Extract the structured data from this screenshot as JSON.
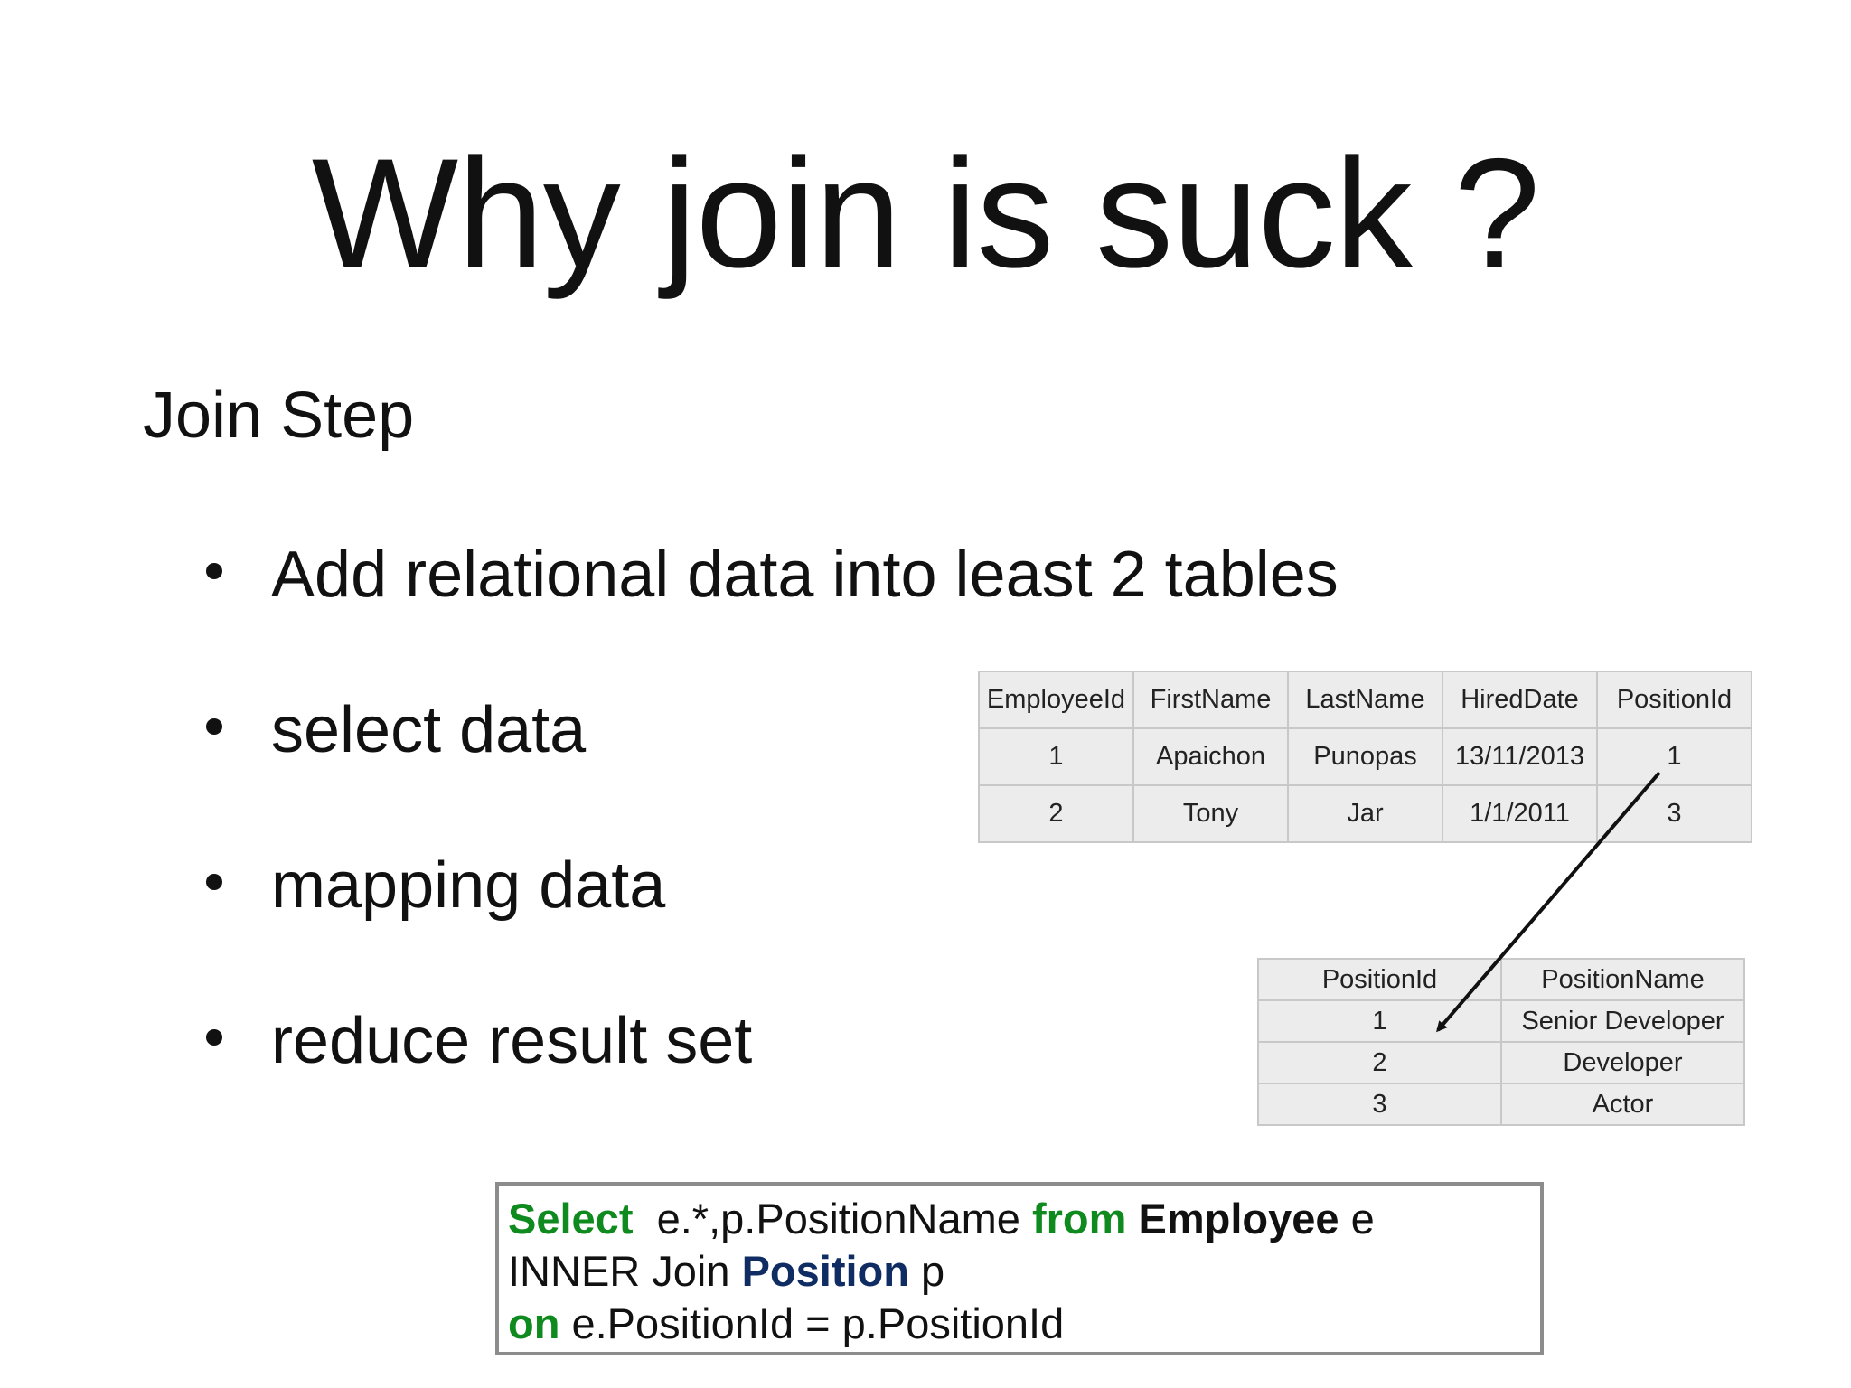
{
  "slide": {
    "title": "Why join is suck ?",
    "heading": "Join Step",
    "bullets": [
      "Add relational data into least 2 tables",
      "select data",
      "mapping data",
      "reduce result set"
    ]
  },
  "employee_table": {
    "headers": [
      "EmployeeId",
      "FirstName",
      "LastName",
      "HiredDate",
      "PositionId"
    ],
    "rows": [
      [
        "1",
        "Apaichon",
        "Punopas",
        "13/11/2013",
        "1"
      ],
      [
        "2",
        "Tony",
        "Jar",
        "1/1/2011",
        "3"
      ]
    ]
  },
  "position_table": {
    "headers": [
      "PositionId",
      "PositionName"
    ],
    "rows": [
      [
        "1",
        "Senior Developer"
      ],
      [
        "2",
        "Developer"
      ],
      [
        "3",
        "Actor"
      ]
    ]
  },
  "sql": {
    "line1": {
      "kw_select": "Select",
      "t1": "  e.*,p.PositionName ",
      "kw_from": "from",
      "t2": " ",
      "table_employee": "Employee",
      "t3": " e"
    },
    "line2": {
      "t1": "INNER Join ",
      "table_position": "Position",
      "t2": " p"
    },
    "line3": {
      "kw_on": "on",
      "t1": " e.PositionId = p.PositionId"
    }
  },
  "colors": {
    "sql_keyword": "#0f8a1e",
    "sql_table_position": "#0f2d63",
    "table_fill": "#ececec",
    "table_border": "#a8a8a8"
  }
}
